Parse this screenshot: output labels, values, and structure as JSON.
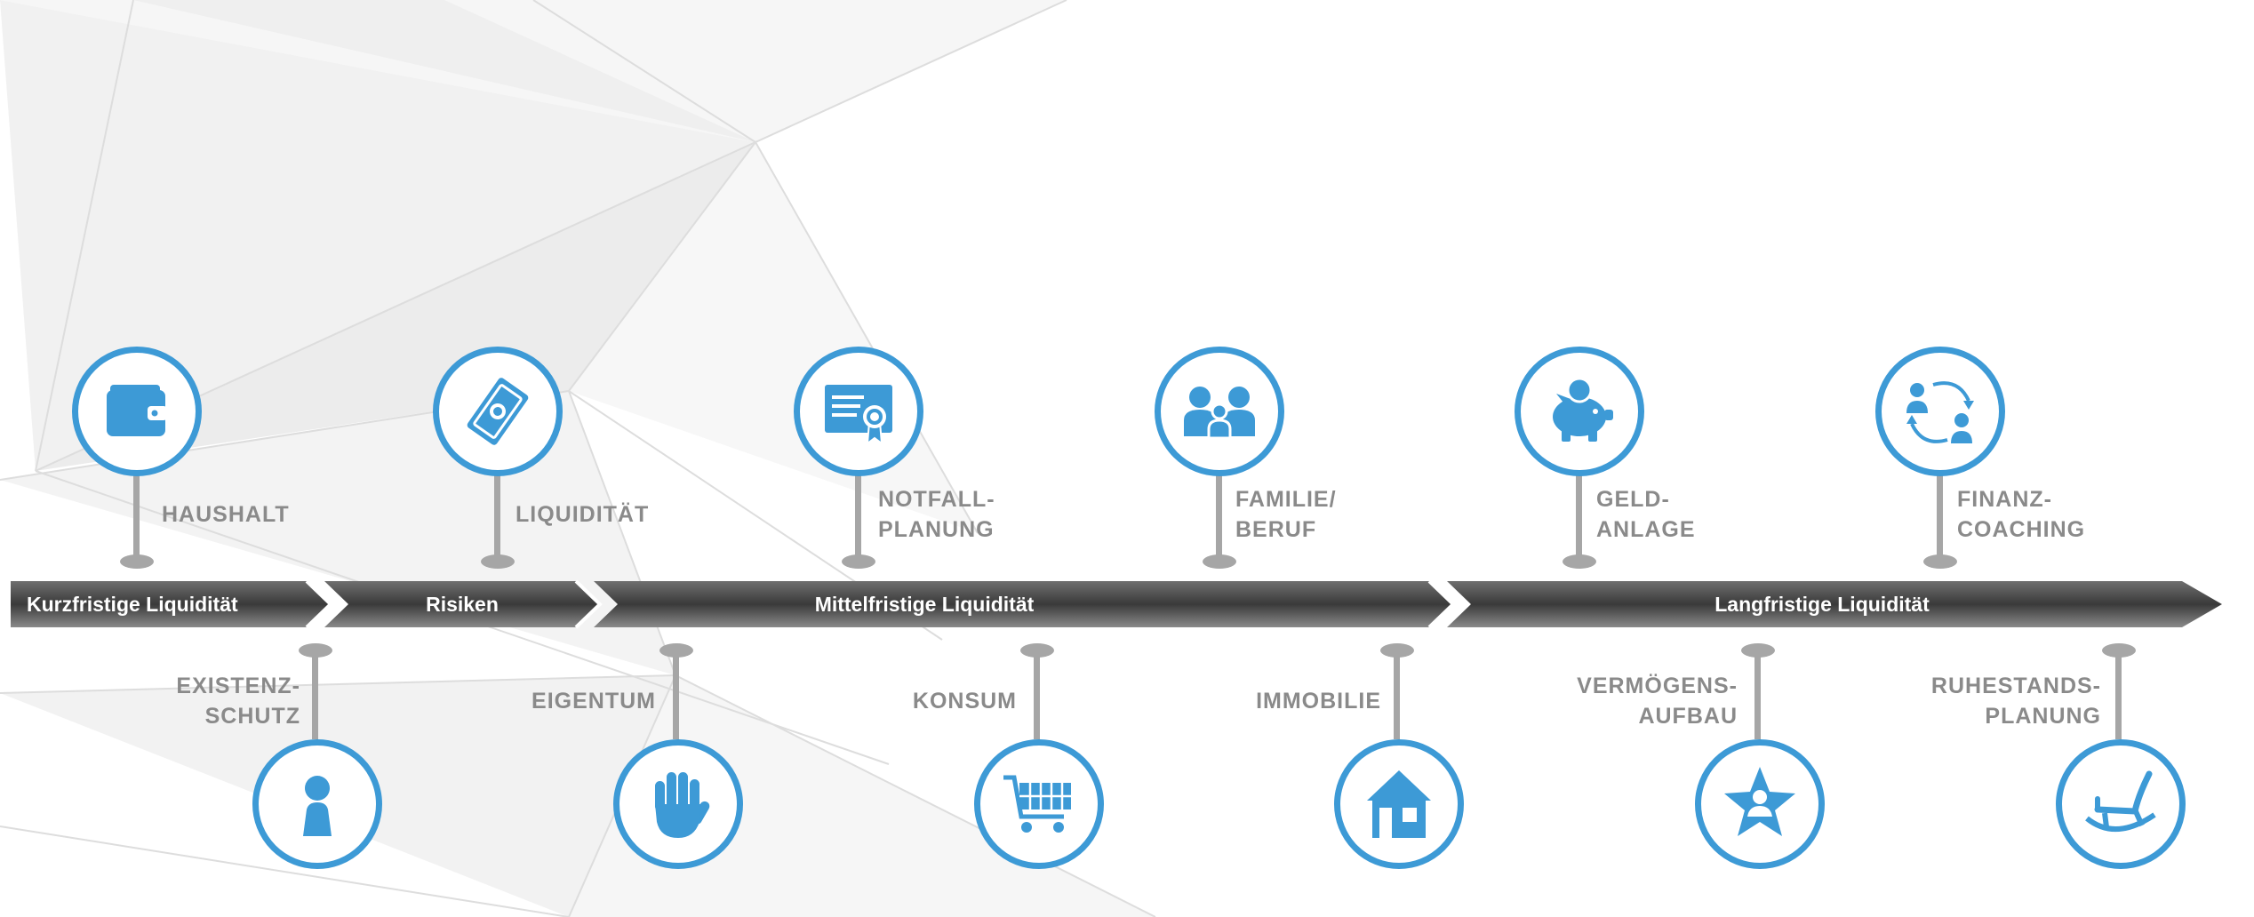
{
  "phases": [
    {
      "label": "Kurzfristige Liquidität"
    },
    {
      "label": "Risiken"
    },
    {
      "label": "Mittelfristige Liquidität"
    },
    {
      "label": "Langfristige Liquidität"
    }
  ],
  "top_items": [
    {
      "lines": [
        "HAUSHALT"
      ],
      "icon": "wallet-icon"
    },
    {
      "lines": [
        "LIQUIDITÄT"
      ],
      "icon": "banknote-icon"
    },
    {
      "lines": [
        "NOTFALL-",
        "PLANUNG"
      ],
      "icon": "certificate-icon"
    },
    {
      "lines": [
        "FAMILIE/",
        "BERUF"
      ],
      "icon": "family-icon"
    },
    {
      "lines": [
        "GELD-",
        "ANLAGE"
      ],
      "icon": "piggy-bank-icon"
    },
    {
      "lines": [
        "FINANZ-",
        "COACHING"
      ],
      "icon": "coaching-exchange-icon"
    }
  ],
  "bottom_items": [
    {
      "lines": [
        "EXISTENZ-",
        "SCHUTZ"
      ],
      "icon": "person-icon"
    },
    {
      "lines": [
        "EIGENTUM"
      ],
      "icon": "hand-icon"
    },
    {
      "lines": [
        "KONSUM"
      ],
      "icon": "shopping-cart-icon"
    },
    {
      "lines": [
        "IMMOBILIE"
      ],
      "icon": "house-icon"
    },
    {
      "lines": [
        "VERMÖGENS-",
        "AUFBAU"
      ],
      "icon": "star-person-icon"
    },
    {
      "lines": [
        "RUHESTANDS-",
        "PLANUNG"
      ],
      "icon": "rocking-chair-icon"
    }
  ],
  "colors": {
    "icon_blue": "#3d9ad6",
    "label_gray": "#8a8a8a",
    "stem_gray": "#a6a6a6",
    "band_dark": "#3a3a3a"
  }
}
